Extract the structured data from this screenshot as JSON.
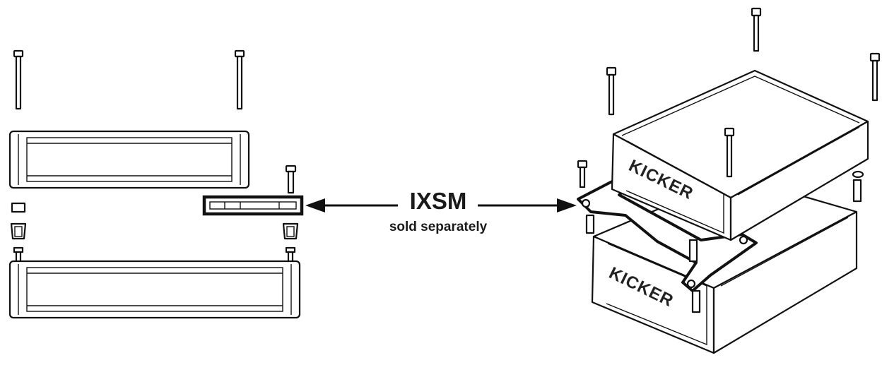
{
  "callout": {
    "title": "IXSM",
    "subtitle": "sold separately"
  },
  "brand": {
    "top_amp": "KICKER",
    "bottom_amp": "KICKER"
  },
  "colors": {
    "line": "#111111",
    "background": "#ffffff"
  }
}
